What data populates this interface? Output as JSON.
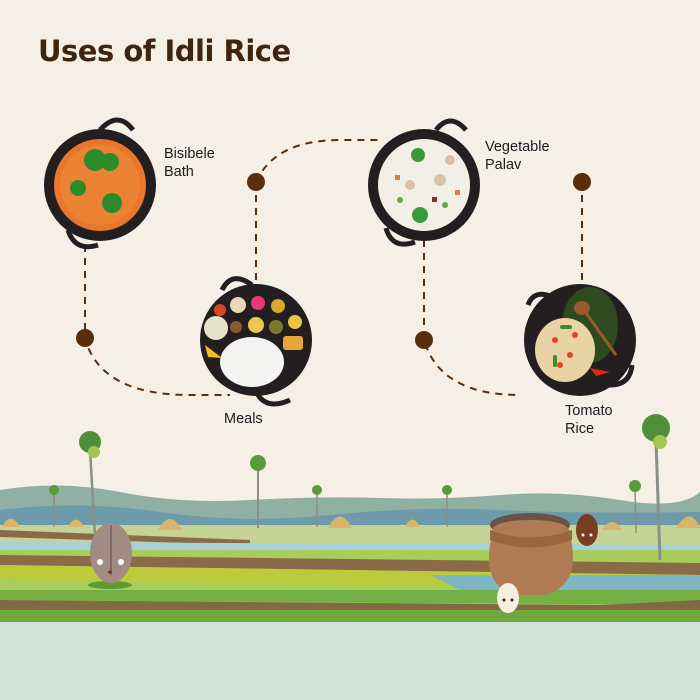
{
  "header": {
    "title": "Uses of Idli Rice"
  },
  "dishes": [
    {
      "name_line1": "Bisibele",
      "name_line2": "Bath",
      "icon": "bisibele-bath-pan"
    },
    {
      "name_line1": "Meals",
      "name_line2": "",
      "icon": "meals-thali-pan"
    },
    {
      "name_line1": "Vegetable",
      "name_line2": "Palav",
      "icon": "vegetable-palav-pan"
    },
    {
      "name_line1": "Tomato",
      "name_line2": "Rice",
      "icon": "tomato-rice-pan"
    }
  ],
  "colors": {
    "background": "#f5efe5",
    "title": "#3d2510",
    "connector": "#5a2e0c",
    "pan": "#231f20",
    "field_green": "#74b043",
    "field_brown": "#7f6a45",
    "river": "#a6d0dc",
    "hills": "#8fb0a3",
    "footer": "#d2e1d8"
  }
}
